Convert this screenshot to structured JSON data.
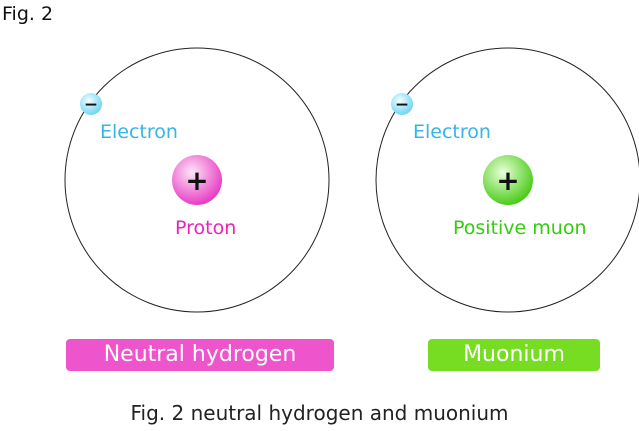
{
  "header": {
    "fig_label": "Fig. 2"
  },
  "colors": {
    "electron": "#36b4e6",
    "electron_ball": "#bdeefa",
    "proton": "#ee22bb",
    "muon": "#33cc11",
    "badge_hydrogen": "#ee55cc",
    "badge_muonium": "#77dd22"
  },
  "atoms": [
    {
      "electron_sign": "−",
      "electron_label": "Electron",
      "nucleus_sign": "+",
      "nucleus_label": "Proton",
      "name": "Neutral hydrogen"
    },
    {
      "electron_sign": "−",
      "electron_label": "Electron",
      "nucleus_sign": "+",
      "nucleus_label": "Positive muon",
      "name": "Muonium"
    }
  ],
  "caption": "Fig. 2 neutral hydrogen and muonium"
}
